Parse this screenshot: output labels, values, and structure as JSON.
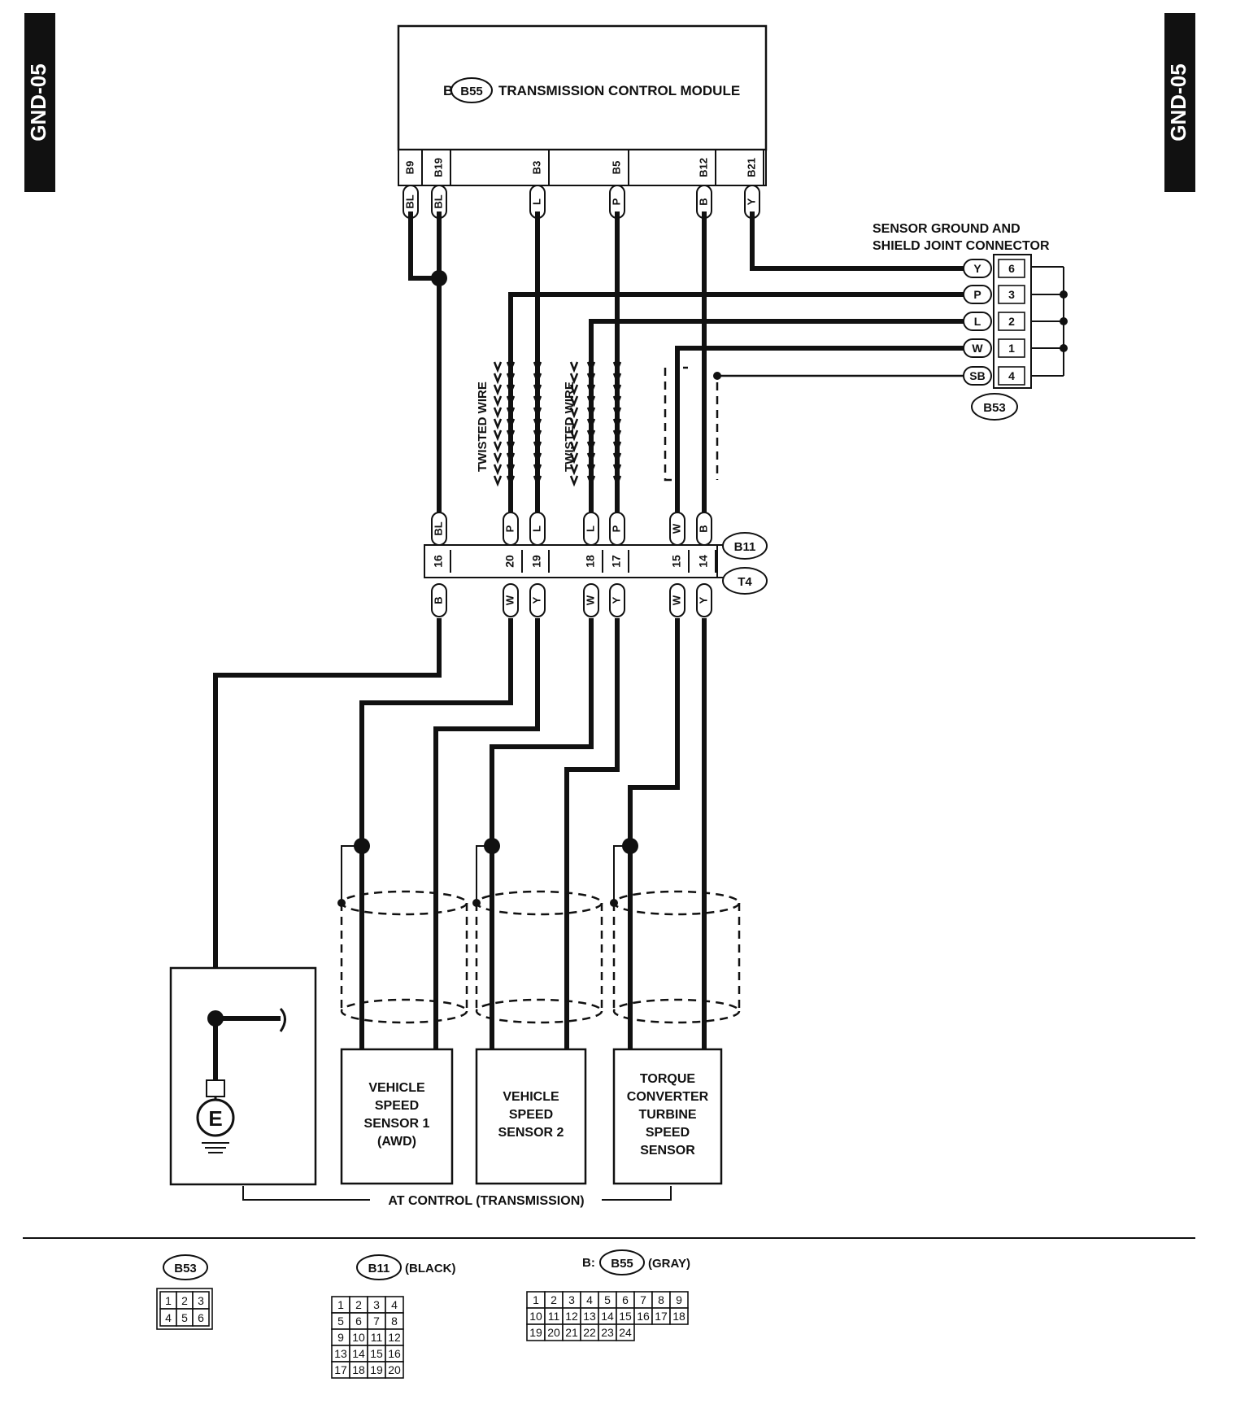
{
  "side_tab": "GND-05",
  "module": {
    "prefix": "B:",
    "connector": "B55",
    "title": "TRANSMISSION CONTROL MODULE",
    "pins": [
      "B9",
      "B19",
      "B3",
      "B5",
      "B12",
      "B21"
    ],
    "colors": [
      "BL",
      "BL",
      "L",
      "P",
      "B",
      "Y"
    ]
  },
  "joint": {
    "title_line1": "SENSOR GROUND AND",
    "title_line2": "SHIELD JOINT CONNECTOR",
    "colors": [
      "Y",
      "P",
      "L",
      "W",
      "SB"
    ],
    "pins": [
      "6",
      "3",
      "2",
      "1",
      "4"
    ],
    "connector": "B53"
  },
  "twisted_label": "TWISTED WIRE",
  "junction": {
    "top_connector": "B11",
    "bottom_connector": "T4",
    "top_colors": [
      "BL",
      "P",
      "L",
      "L",
      "P",
      "W",
      "B"
    ],
    "pins": [
      "16",
      "20",
      "19",
      "18",
      "17",
      "15",
      "14"
    ],
    "bottom_colors": [
      "B",
      "W",
      "Y",
      "W",
      "Y",
      "W",
      "Y"
    ]
  },
  "sensors": [
    {
      "lines": [
        "VEHICLE",
        "SPEED",
        "SENSOR 1",
        "(AWD)"
      ]
    },
    {
      "lines": [
        "VEHICLE",
        "SPEED",
        "SENSOR 2"
      ]
    },
    {
      "lines": [
        "TORQUE",
        "CONVERTER",
        "TURBINE",
        "SPEED",
        "SENSOR"
      ]
    }
  ],
  "ground_symbol": "E",
  "group_label": "AT CONTROL (TRANSMISSION)",
  "legend": {
    "b53": {
      "name": "B53",
      "rows": [
        [
          "1",
          "2",
          "3"
        ],
        [
          "4",
          "5",
          "6"
        ]
      ]
    },
    "b11": {
      "name": "B11",
      "note": "(BLACK)",
      "rows": [
        [
          "1",
          "2",
          "3",
          "4"
        ],
        [
          "5",
          "6",
          "7",
          "8"
        ],
        [
          "9",
          "10",
          "11",
          "12"
        ],
        [
          "13",
          "14",
          "15",
          "16"
        ],
        [
          "17",
          "18",
          "19",
          "20"
        ]
      ]
    },
    "b55": {
      "prefix": "B:",
      "name": "B55",
      "note": "(GRAY)",
      "rows": [
        [
          "1",
          "2",
          "3",
          "4",
          "5",
          "6",
          "7",
          "8",
          "9"
        ],
        [
          "10",
          "11",
          "12",
          "13",
          "14",
          "15",
          "16",
          "17",
          "18"
        ],
        [
          "19",
          "20",
          "21",
          "22",
          "23",
          "24"
        ]
      ]
    }
  }
}
